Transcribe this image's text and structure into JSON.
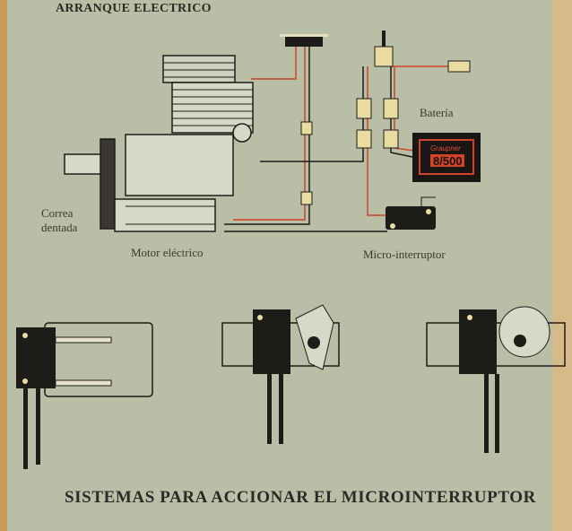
{
  "title": "ARRANQUE ELECTRICO",
  "labels": {
    "battery": "Batería",
    "belt": "Correa dentada",
    "motor": "Motor eléctrico",
    "microswitch": "Micro-interruptor"
  },
  "battery_pack": {
    "brand": "Graupner",
    "model": "8/500"
  },
  "caption": "SISTEMAS PARA ACCIONAR EL MICROINTERRUPTOR",
  "colors": {
    "background": "#b9bea6",
    "wire_red": "#d0442a",
    "ink": "#1e1c18"
  }
}
